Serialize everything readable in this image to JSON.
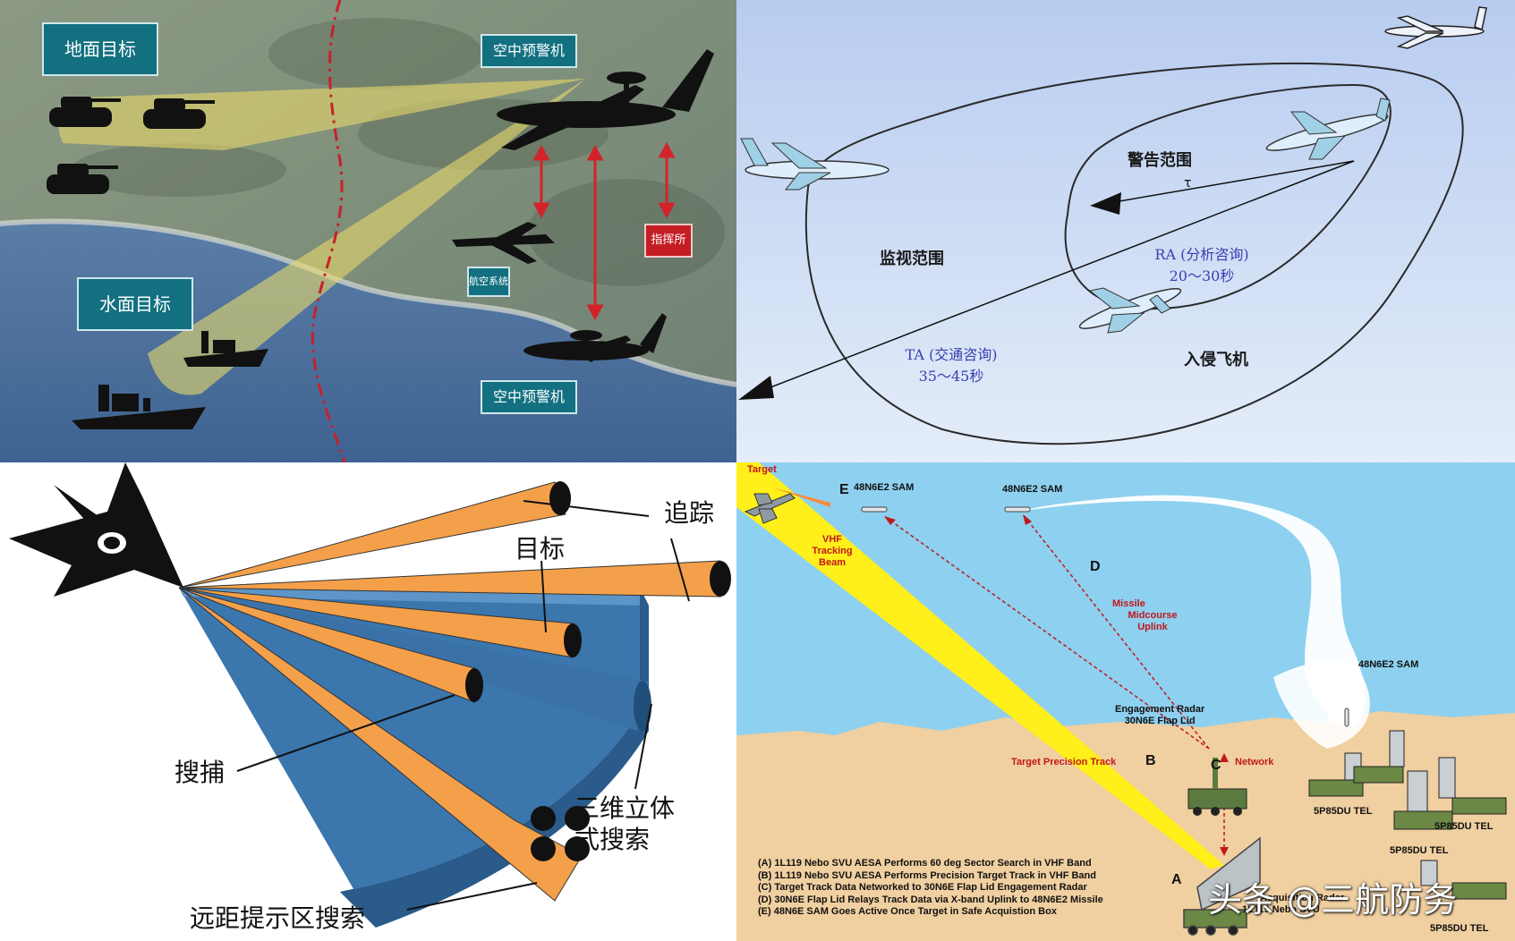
{
  "panel_aew": {
    "ground_target": "地面目标",
    "sea_target": "水面目标",
    "aew_top": "空中预警机",
    "aew_bottom": "空中预警机",
    "command_post": "指挥所",
    "air_system": "航空系统"
  },
  "panel_tcas": {
    "warning_range": "警告范围",
    "surveillance_range": "监视范围",
    "ra_line1": "RA (分析咨询)",
    "ra_line2": "20～30秒",
    "ta_line1": "TA (交通咨询)",
    "ta_line2": "35～45秒",
    "intruder": "入侵飞机",
    "tau": "τ"
  },
  "panel_modes": {
    "tracking": "追踪",
    "target": "目标",
    "acquisition": "搜捕",
    "volume_search_1": "三维立体",
    "volume_search_2": "式搜索",
    "long_range_cue": "远距提示区搜索"
  },
  "panel_s400": {
    "target": "Target",
    "e_letter": "E",
    "sam_e": "48N6E2 SAM",
    "sam_top": "48N6E2 SAM",
    "sam_launch": "48N6E2 SAM",
    "d_letter": "D",
    "vhf_beam": [
      "VHF",
      "Tracking",
      "Beam"
    ],
    "uplink": [
      "Missile",
      "Midcourse",
      "Uplink"
    ],
    "engagement_radar": [
      "Engagement Radar",
      "30N6E Flap Lid"
    ],
    "precision_track": "Target Precision Track",
    "b_letter": "B",
    "c_letter": "C",
    "network": "Network",
    "a_letter": "A",
    "acq_radar": "Acquisition Radar",
    "nebo": "1L119 Nebo SVU",
    "tel_labels": [
      "5P85DU TEL",
      "5P85DU TEL",
      "5P85DU TEL",
      "5P85DU TEL"
    ],
    "legend": [
      "(A) 1L119 Nebo SVU AESA Performs 60 deg Sector Search in VHF Band",
      "(B) 1L119 Nebo SVU AESA Performs Precision Target Track in VHF Band",
      "(C) Target Track Data Networked to 30N6E Flap Lid Engagement Radar",
      "(D) 30N6E Flap Lid Relays Track Data via X-band Uplink to 48N6E2 Missile",
      "(E) 48N6E SAM Goes Active Once Target in Safe Acquistion Box"
    ]
  },
  "watermark": "头条 @三航防务"
}
